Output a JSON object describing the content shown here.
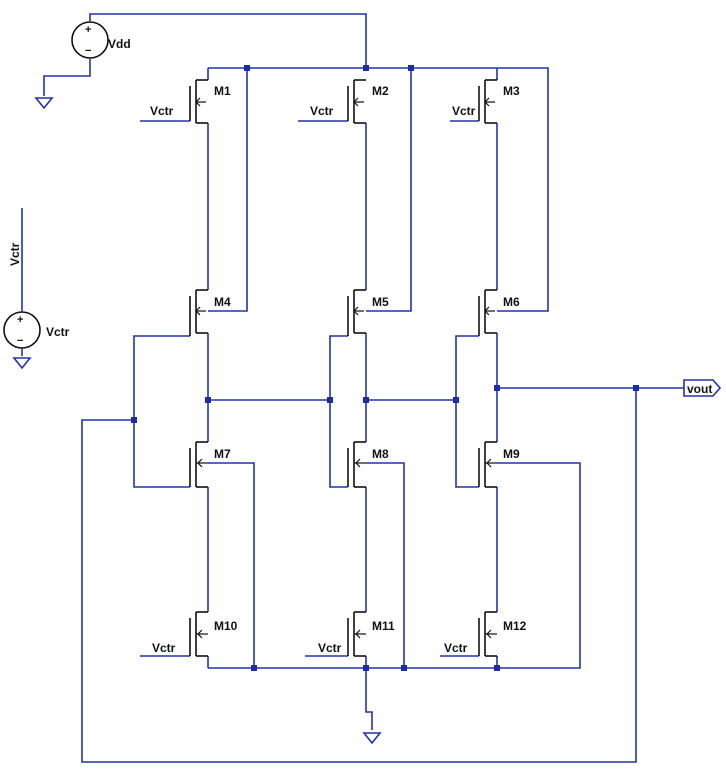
{
  "sources": {
    "vdd": {
      "name": "Vdd",
      "plus": "+",
      "minus": "−"
    },
    "vctr": {
      "name": "Vctr",
      "plus": "+",
      "minus": "−",
      "net_label": "Vctr"
    }
  },
  "transistors": {
    "M1": "M1",
    "M2": "M2",
    "M3": "M3",
    "M4": "M4",
    "M5": "M5",
    "M6": "M6",
    "M7": "M7",
    "M8": "M8",
    "M9": "M9",
    "M10": "M10",
    "M11": "M11",
    "M12": "M12"
  },
  "gate_labels": {
    "m1": "Vctr",
    "m2": "Vctr",
    "m3": "Vctr",
    "m10": "Vctr",
    "m11": "Vctr",
    "m12": "Vctr"
  },
  "output_port": "vout",
  "colors": {
    "wire": "#2233aa",
    "device": "#111111",
    "node": "#1a2ca8"
  }
}
